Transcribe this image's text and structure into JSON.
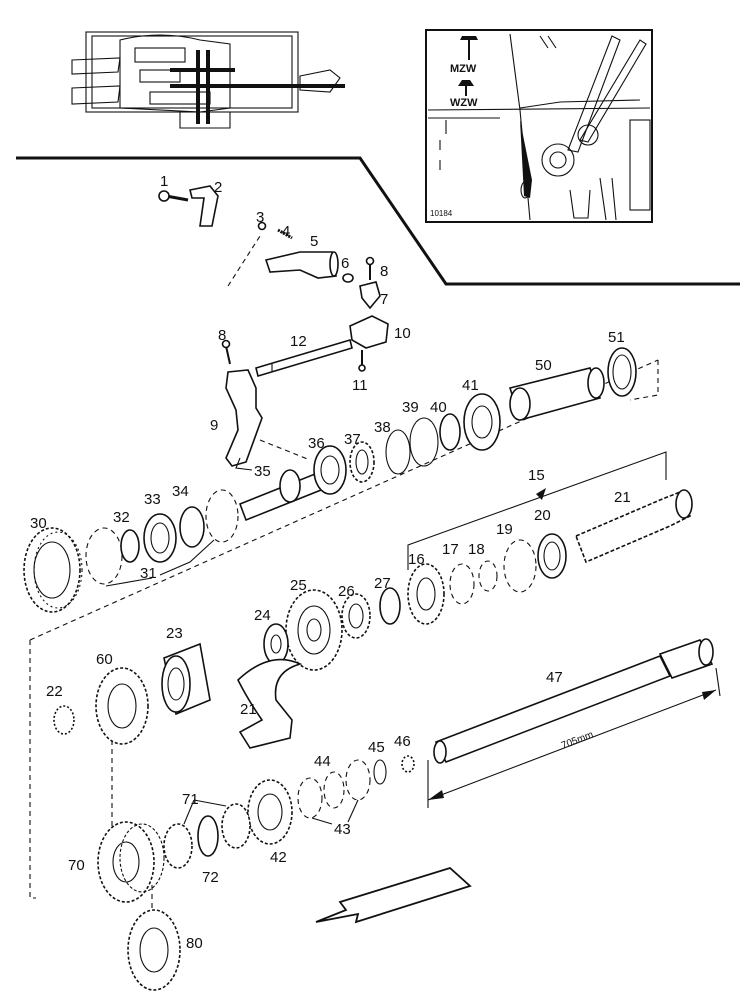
{
  "inset": {
    "code": "10184",
    "labels": [
      "MZW",
      "WZW"
    ]
  },
  "dimension": {
    "text": "705mm"
  },
  "parts": {
    "p1": "1",
    "p2": "2",
    "p3": "3",
    "p4": "4",
    "p5": "5",
    "p6": "6",
    "p7": "7",
    "p8a": "8",
    "p8b": "8",
    "p9": "9",
    "p10": "10",
    "p11": "11",
    "p12": "12",
    "p15": "15",
    "p16": "16",
    "p17": "17",
    "p18": "18",
    "p19": "19",
    "p20": "20",
    "p21a": "21",
    "p21b": "21",
    "p22": "22",
    "p23": "23",
    "p24": "24",
    "p25": "25",
    "p26": "26",
    "p27": "27",
    "p30": "30",
    "p31": "31",
    "p32": "32",
    "p33": "33",
    "p34": "34",
    "p35": "35",
    "p36": "36",
    "p37": "37",
    "p38": "38",
    "p39": "39",
    "p40": "40",
    "p41": "41",
    "p42": "42",
    "p43": "43",
    "p44": "44",
    "p45": "45",
    "p46": "46",
    "p47": "47",
    "p50": "50",
    "p51": "51",
    "p60": "60",
    "p70": "70",
    "p71": "71",
    "p72": "72",
    "p80": "80"
  }
}
